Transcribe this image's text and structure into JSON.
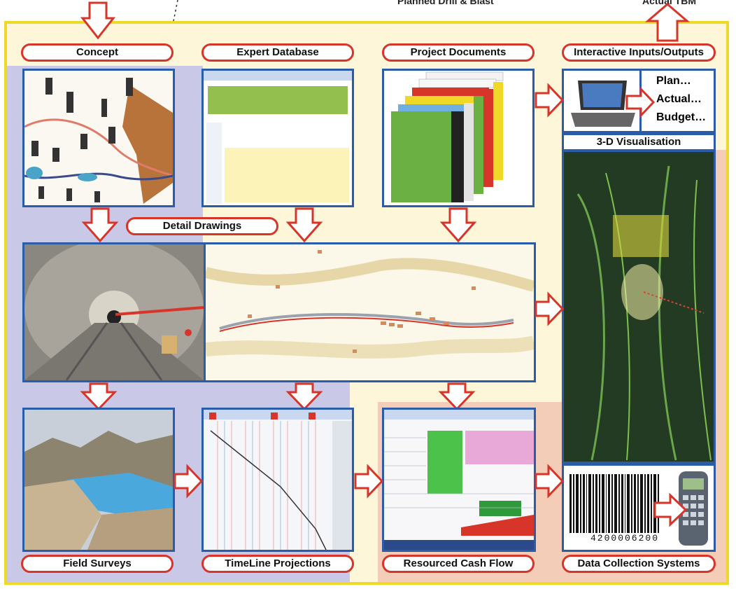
{
  "top_labels": {
    "planned": "Planned Drill & Blast",
    "actual": "Actual TBM"
  },
  "labels": {
    "concept": "Concept",
    "expert_database": "Expert Database",
    "project_documents": "Project Documents",
    "interactive_io": "Interactive Inputs/Outputs",
    "detail_drawings": "Detail Drawings",
    "field_surveys": "Field Surveys",
    "timeline_projections": "TimeLine Projections",
    "resourced_cash_flow": "Resourced Cash Flow",
    "data_collection": "Data Collection Systems",
    "visualisation": "3-D Visualisation"
  },
  "plan_actual_budget": [
    "Plan…",
    "Actual…",
    "Budget…"
  ],
  "barcode_number": "4200006200",
  "colors": {
    "arrow_red": "#d8352a",
    "panel_blue": "#2a5ca8",
    "frame_yellow": "#f0d826",
    "lavender": "#c9c8e6",
    "peach": "#f4cdb8",
    "cream": "#fdf6d8"
  }
}
